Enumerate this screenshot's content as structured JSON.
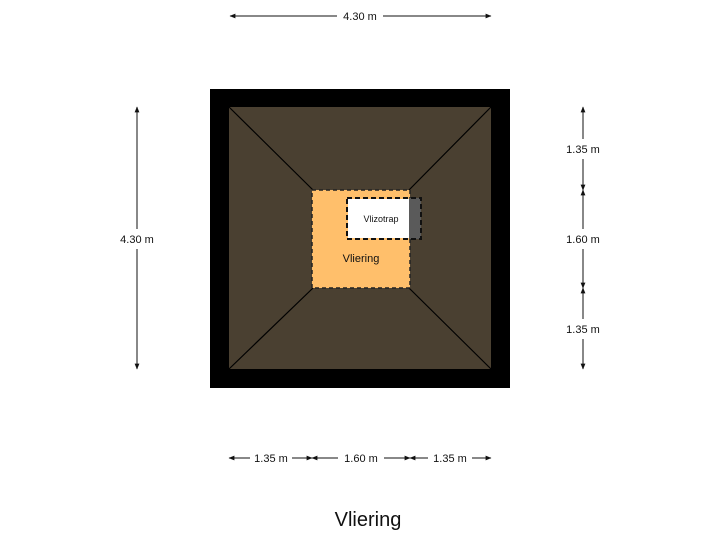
{
  "plan": {
    "title": "Vliering",
    "room_label": "Vliering",
    "stair_label": "Vlizotrap",
    "colors": {
      "wall": "#000000",
      "roof": "#4a4031",
      "room": "#ffbf6b",
      "stair": "#ffffff",
      "stair_overlap": "#5a5a5a"
    },
    "dimensions": {
      "top_total": "4.30 m",
      "left_total": "4.30 m",
      "right_segments": [
        "1.35 m",
        "1.60 m",
        "1.35 m"
      ],
      "bottom_segments": [
        "1.35 m",
        "1.60 m",
        "1.35 m"
      ]
    }
  }
}
